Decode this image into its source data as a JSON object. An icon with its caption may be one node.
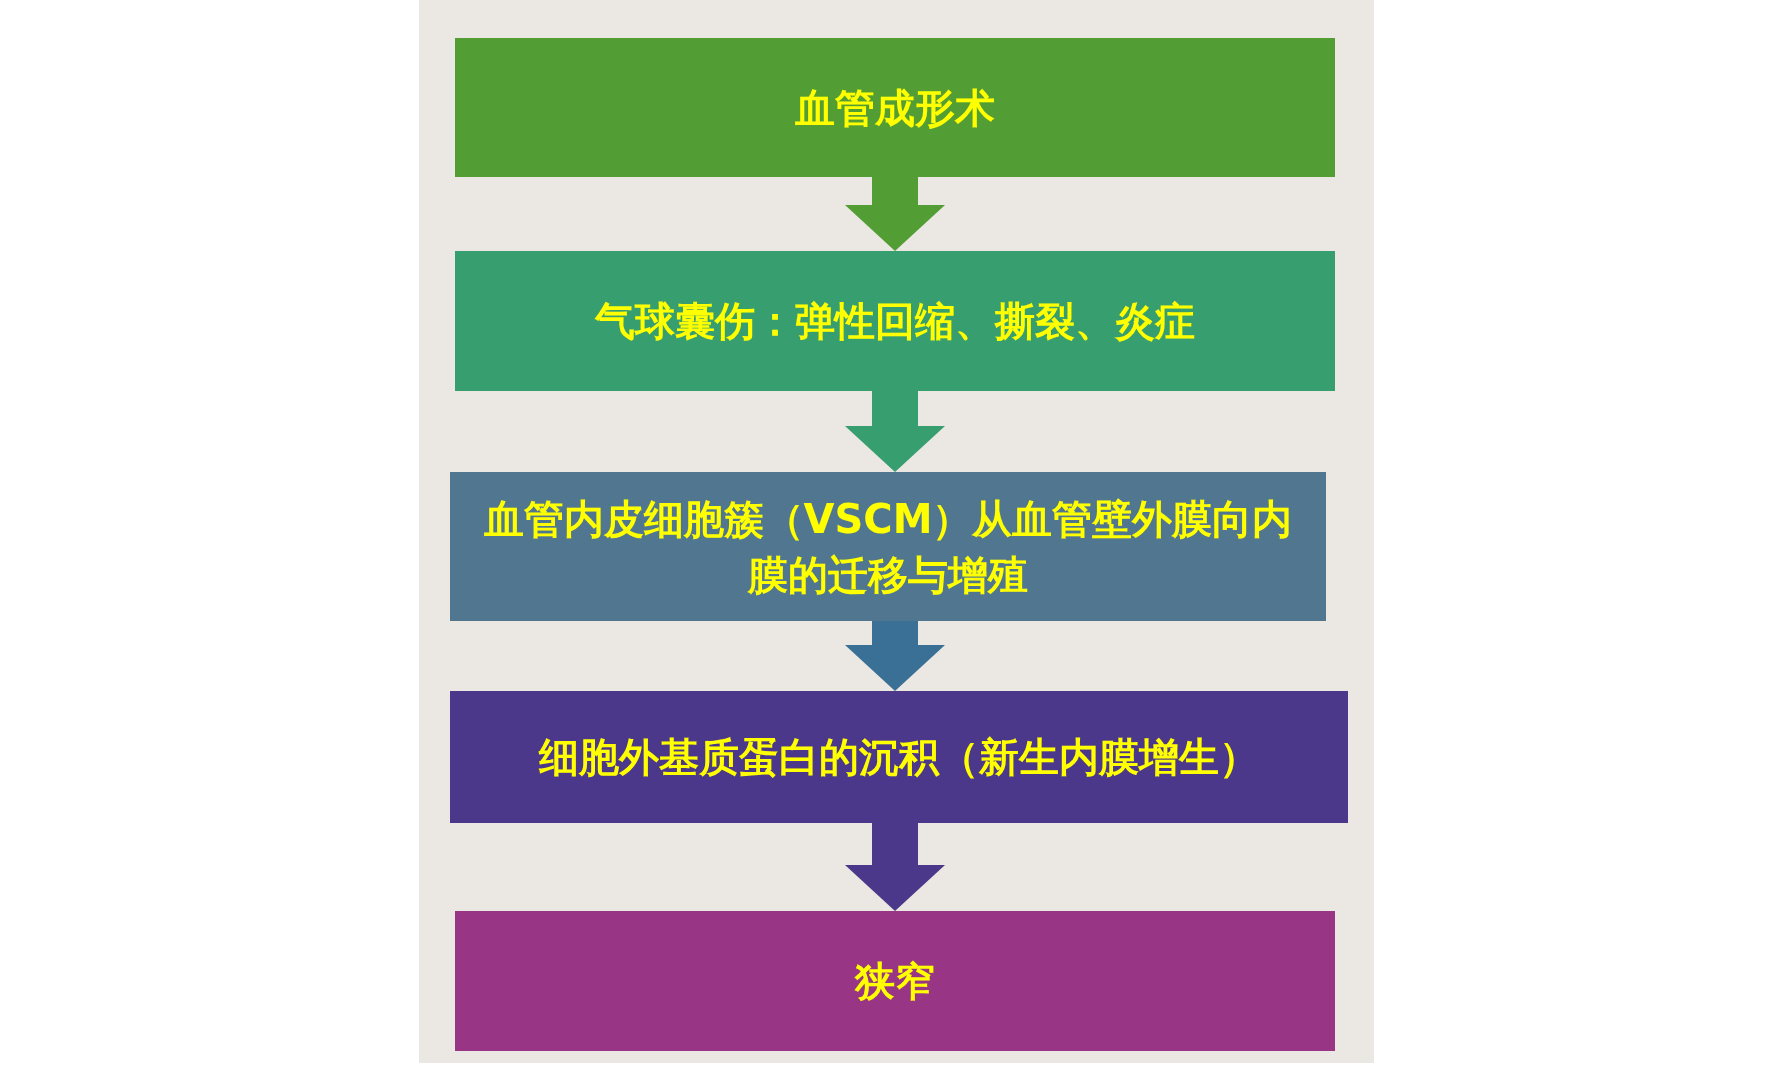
{
  "diagram": {
    "nodes": [
      {
        "text": [
          "血管成形术"
        ]
      },
      {
        "text": [
          "气球囊伤：弹性回缩、撕裂、炎症"
        ]
      },
      {
        "text": [
          "血管内皮细胞簇（VSCM）从血管壁外膜向内膜的迁移与增殖"
        ]
      },
      {
        "text": [
          "细胞外基质蛋白的沉积（新生内膜增生）"
        ]
      },
      {
        "text": [
          "狭窄"
        ]
      }
    ],
    "edges": [
      {
        "from": 0,
        "to": 1,
        "arrow": "to",
        "color": "#529e35"
      },
      {
        "from": 1,
        "to": 2,
        "arrow": "to",
        "color": "#379e70"
      },
      {
        "from": 2,
        "to": 3,
        "arrow": "to",
        "color": "#3a6f96"
      },
      {
        "from": 3,
        "to": 4,
        "arrow": "to",
        "color": "#4b388a"
      }
    ]
  }
}
